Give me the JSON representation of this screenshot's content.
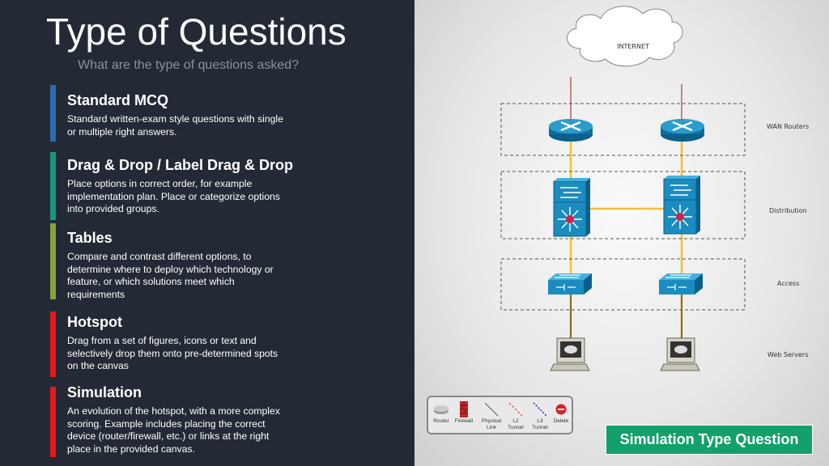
{
  "title": "Type of Questions",
  "subtitle": "What are the type of questions asked?",
  "sections": [
    {
      "heading": "Standard MCQ",
      "text": "Standard written-exam style questions with single or multiple right answers.",
      "color": "#2b6cb0"
    },
    {
      "heading": "Drag & Drop / Label Drag & Drop",
      "text": "Place options in correct order, for example implementation plan.  Place or categorize options into provided groups.",
      "color": "#17977f"
    },
    {
      "heading": "Tables",
      "text": "Compare and contrast different options, to determine where to deploy which technology or feature, or which solutions meet which requirements",
      "color": "#86a23a"
    },
    {
      "heading": "Hotspot",
      "text": "Drag from a set of figures, icons or text and selectively drop them onto pre-determined spots on the canvas",
      "color": "#e3191c"
    },
    {
      "heading": "Simulation",
      "text": "An evolution of the hotspot, with a more complex scoring. Example includes placing the correct device (router/firewall, etc.) or links at the right place in the provided canvas.",
      "color": "#e3191c"
    }
  ],
  "diagram": {
    "cloud": "INTERNET",
    "layers": [
      "WAN Routers",
      "Distribution",
      "Access",
      "Web Servers"
    ]
  },
  "toolbar": [
    {
      "icon": "router-icon",
      "label": "Router"
    },
    {
      "icon": "firewall-icon",
      "label": "Firewall"
    },
    {
      "icon": "physical-link-icon",
      "label": "Physical Link"
    },
    {
      "icon": "l2-tunnel-icon",
      "label": "L2 Tunnel"
    },
    {
      "icon": "l3-tunnel-icon",
      "label": "L3 Tunnel"
    },
    {
      "icon": "delete-icon",
      "label": "Delete"
    }
  ],
  "button": "Simulation Type Question"
}
